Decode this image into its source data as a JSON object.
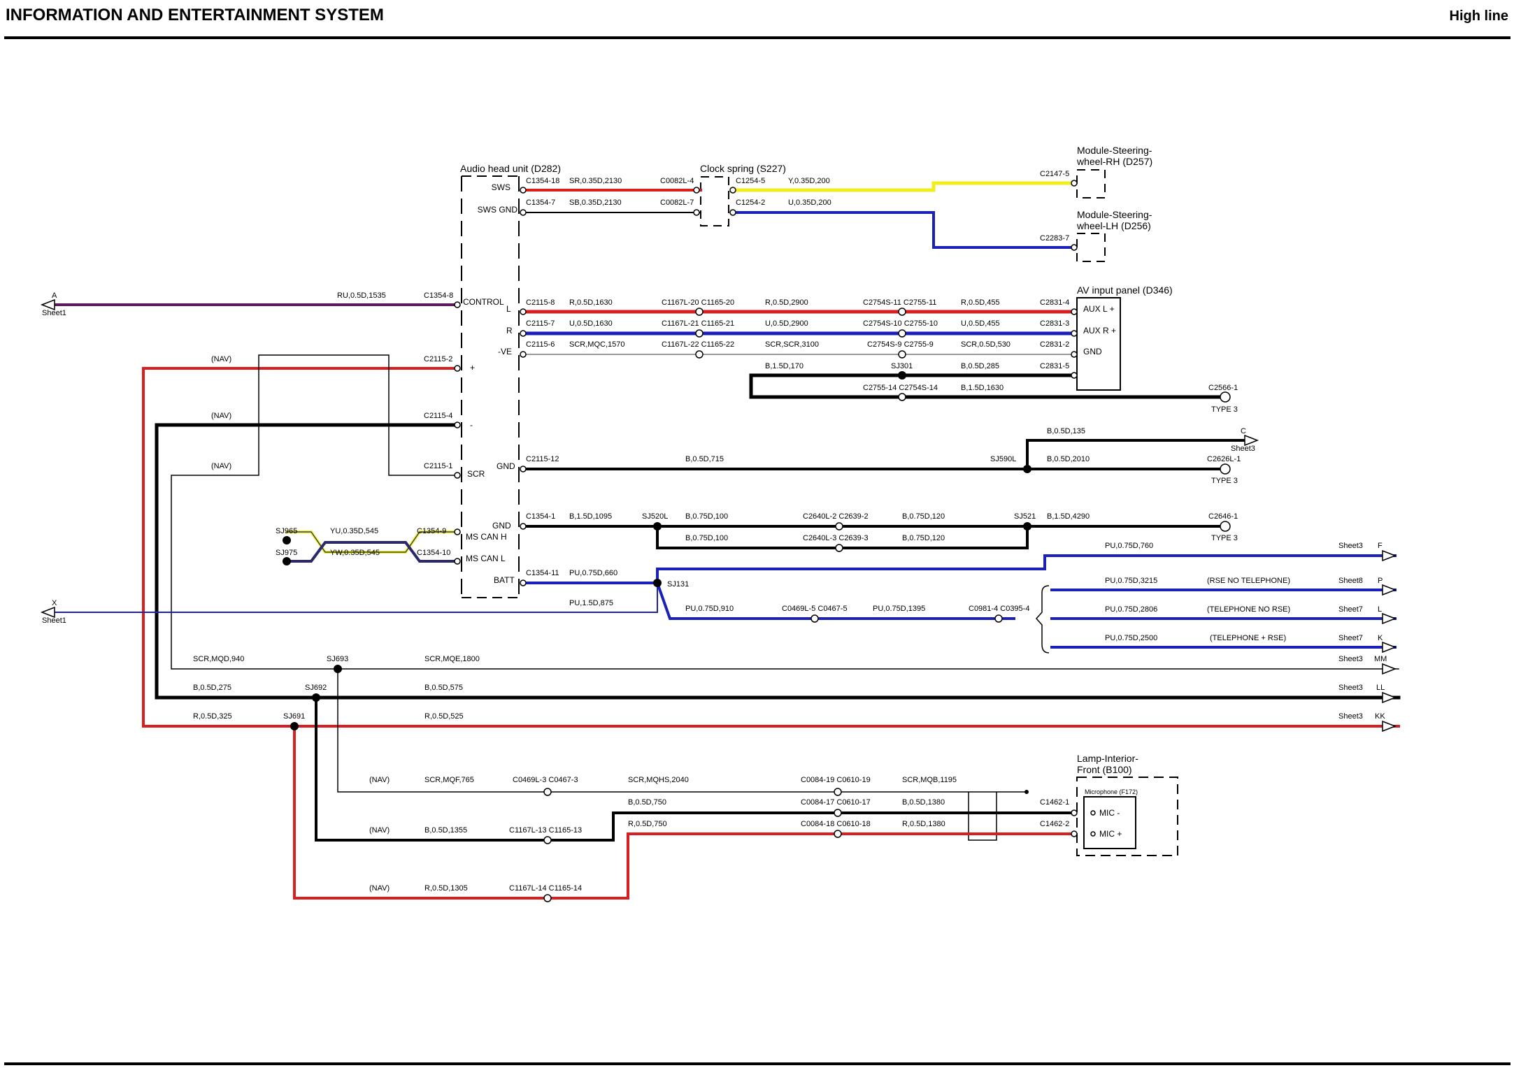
{
  "header": {
    "title": "INFORMATION AND ENTERTAINMENT SYSTEM",
    "variant": "High line"
  },
  "components": {
    "audio_head_unit": "Audio head unit (D282)",
    "clock_spring": "Clock spring (S227)",
    "sw_rh": [
      "Module-Steering-",
      "wheel-RH (D257)"
    ],
    "sw_lh": [
      "Module-Steering-",
      "wheel-LH (D256)"
    ],
    "av_panel": "AV input panel (D346)",
    "lamp": [
      "Lamp-Interior-",
      "Front (B100)"
    ],
    "microphone": "Microphone (F172)"
  },
  "pins": {
    "sws": "SWS",
    "sws_gnd": "SWS GND",
    "control": "CONTROL",
    "l": "L",
    "r": "R",
    "ve": "-VE",
    "plus": "+",
    "minus": "-",
    "scr": "SCR",
    "gnd1": "GND",
    "gnd2": "GND",
    "ms_can_h": "MS CAN H",
    "ms_can_l": "MS CAN L",
    "batt": "BATT",
    "aux_l": "AUX L +",
    "aux_r": "AUX R +",
    "av_gnd": "GND",
    "mic_minus": "MIC -",
    "mic_plus": "MIC +"
  },
  "colors": {
    "red": "#d81e1e",
    "blue": "#1a20b8",
    "yellow": "#f2ee1c",
    "black": "#000000",
    "purple": "#5c1c5c",
    "gray": "#777777"
  },
  "labels": [
    {
      "t": "C1354-18"
    },
    {
      "t": "SR,0.35D,2130"
    },
    {
      "t": "C0082L-4"
    },
    {
      "t": "C1254-5"
    },
    {
      "t": "Y,0.35D,200"
    },
    {
      "t": "C2147-5"
    },
    {
      "t": "C1354-7"
    },
    {
      "t": "SB,0.35D,2130"
    },
    {
      "t": "C0082L-7"
    },
    {
      "t": "C1254-2"
    },
    {
      "t": "U,0.35D,200"
    },
    {
      "t": "C2283-7"
    },
    {
      "t": "A"
    },
    {
      "t": "Sheet1"
    },
    {
      "t": "RU,0.5D,1535"
    },
    {
      "t": "C1354-8"
    },
    {
      "t": "C2115-8"
    },
    {
      "t": "R,0.5D,1630"
    },
    {
      "t": "C1167L-20 C1165-20"
    },
    {
      "t": "R,0.5D,2900"
    },
    {
      "t": "C2754S-11 C2755-11"
    },
    {
      "t": "R,0.5D,455"
    },
    {
      "t": "C2831-4"
    },
    {
      "t": "C2115-7"
    },
    {
      "t": "U,0.5D,1630"
    },
    {
      "t": "C1167L-21 C1165-21"
    },
    {
      "t": "U,0.5D,2900"
    },
    {
      "t": "C2754S-10 C2755-10"
    },
    {
      "t": "U,0.5D,455"
    },
    {
      "t": "C2831-3"
    },
    {
      "t": "C2115-6"
    },
    {
      "t": "SCR,MQC,1570"
    },
    {
      "t": "C1167L-22 C1165-22"
    },
    {
      "t": "SCR,SCR,3100"
    },
    {
      "t": "C2754S-9 C2755-9"
    },
    {
      "t": "SCR,0.5D,530"
    },
    {
      "t": "C2831-2"
    },
    {
      "t": "B,1.5D,170"
    },
    {
      "t": "SJ301"
    },
    {
      "t": "B,0.5D,285"
    },
    {
      "t": "C2831-5"
    },
    {
      "t": "C2755-14 C2754S-14"
    },
    {
      "t": "B,1.5D,1630"
    },
    {
      "t": "C2566-1"
    },
    {
      "t": "TYPE 3"
    },
    {
      "t": "(NAV)"
    },
    {
      "t": "C2115-2"
    },
    {
      "t": "(NAV)"
    },
    {
      "t": "C2115-4"
    },
    {
      "t": "(NAV)"
    },
    {
      "t": "C2115-1"
    },
    {
      "t": "B,0.5D,135"
    },
    {
      "t": "C"
    },
    {
      "t": "Sheet3"
    },
    {
      "t": "C2115-12"
    },
    {
      "t": "B,0.5D,715"
    },
    {
      "t": "SJ590L"
    },
    {
      "t": "B,0.5D,2010"
    },
    {
      "t": "C2626L-1"
    },
    {
      "t": "TYPE 3"
    },
    {
      "t": "C1354-1"
    },
    {
      "t": "B,1.5D,1095"
    },
    {
      "t": "SJ520L"
    },
    {
      "t": "B,0.75D,100"
    },
    {
      "t": "C2640L-2 C2639-2"
    },
    {
      "t": "B,0.75D,120"
    },
    {
      "t": "SJ521"
    },
    {
      "t": "B,1.5D,4290"
    },
    {
      "t": "C2646-1"
    },
    {
      "t": "B,0.75D,100"
    },
    {
      "t": "C2640L-3 C2639-3"
    },
    {
      "t": "B,0.75D,120"
    },
    {
      "t": "TYPE 3"
    },
    {
      "t": "SJ965"
    },
    {
      "t": "YU,0.35D,545"
    },
    {
      "t": "C1354-9"
    },
    {
      "t": "SJ975"
    },
    {
      "t": "YW,0.35D,545"
    },
    {
      "t": "C1354-10"
    },
    {
      "t": "PU,0.75D,760"
    },
    {
      "t": "Sheet3"
    },
    {
      "t": "F"
    },
    {
      "t": "C1354-11"
    },
    {
      "t": "PU,0.75D,660"
    },
    {
      "t": "SJ131"
    },
    {
      "t": "PU,0.75D,3215"
    },
    {
      "t": "(RSE NO TELEPHONE)"
    },
    {
      "t": "Sheet8"
    },
    {
      "t": "P"
    },
    {
      "t": "X"
    },
    {
      "t": "Sheet1"
    },
    {
      "t": "PU,1.5D,875"
    },
    {
      "t": "PU,0.75D,910"
    },
    {
      "t": "C0469L-5 C0467-5"
    },
    {
      "t": "PU,0.75D,1395"
    },
    {
      "t": "C0981-4 C0395-4"
    },
    {
      "t": "PU,0.75D,2806"
    },
    {
      "t": "(TELEPHONE NO RSE)"
    },
    {
      "t": "Sheet7"
    },
    {
      "t": "L"
    },
    {
      "t": "PU,0.75D,2500"
    },
    {
      "t": "(TELEPHONE + RSE)"
    },
    {
      "t": "Sheet7"
    },
    {
      "t": "K"
    },
    {
      "t": "SCR,MQD,940"
    },
    {
      "t": "SJ693"
    },
    {
      "t": "SCR,MQE,1800"
    },
    {
      "t": "Sheet3"
    },
    {
      "t": "MM"
    },
    {
      "t": "B,0.5D,275"
    },
    {
      "t": "SJ692"
    },
    {
      "t": "B,0.5D,575"
    },
    {
      "t": "Sheet3"
    },
    {
      "t": "LL"
    },
    {
      "t": "R,0.5D,325"
    },
    {
      "t": "SJ691"
    },
    {
      "t": "R,0.5D,525"
    },
    {
      "t": "Sheet3"
    },
    {
      "t": "KK"
    },
    {
      "t": "(NAV)"
    },
    {
      "t": "SCR,MQF,765"
    },
    {
      "t": "C0469L-3 C0467-3"
    },
    {
      "t": "SCR,MQHS,2040"
    },
    {
      "t": "C0084-19 C0610-19"
    },
    {
      "t": "SCR,MQB,1195"
    },
    {
      "t": "B,0.5D,750"
    },
    {
      "t": "C0084-17 C0610-17"
    },
    {
      "t": "B,0.5D,1380"
    },
    {
      "t": "C1462-1"
    },
    {
      "t": "(NAV)"
    },
    {
      "t": "B,0.5D,1355"
    },
    {
      "t": "C1167L-13 C1165-13"
    },
    {
      "t": "R,0.5D,750"
    },
    {
      "t": "C0084-18 C0610-18"
    },
    {
      "t": "R,0.5D,1380"
    },
    {
      "t": "C1462-2"
    },
    {
      "t": "(NAV)"
    },
    {
      "t": "R,0.5D,1305"
    },
    {
      "t": "C1167L-14 C1165-14"
    }
  ]
}
